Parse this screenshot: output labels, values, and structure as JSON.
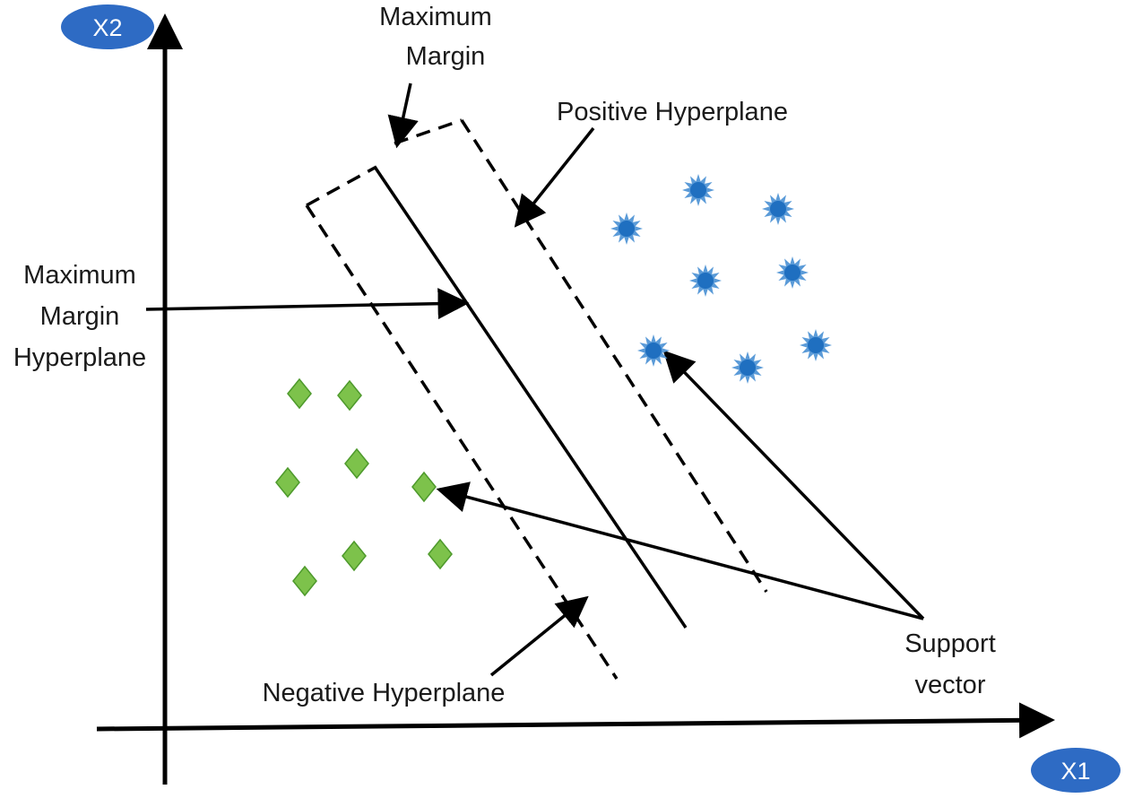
{
  "axes": {
    "x_label": "X1",
    "y_label": "X2",
    "badge_color": "#2E6BC4"
  },
  "labels": {
    "max_margin_line1": "Maximum",
    "max_margin_line2": "Margin",
    "positive_hyperplane": "Positive Hyperplane",
    "mmh_line1": "Maximum",
    "mmh_line2": "Margin",
    "mmh_line3": "Hyperplane",
    "negative_hyperplane": "Negative Hyperplane",
    "support_line1": "Support",
    "support_line2": "vector"
  },
  "colors": {
    "positive_points": "#1F6FC0",
    "negative_points": "#7DC24B",
    "negative_stroke": "#4E9A2C",
    "lines": "#000000"
  },
  "icons": {
    "positive_point": "star-burst-icon",
    "negative_point": "diamond-icon"
  }
}
